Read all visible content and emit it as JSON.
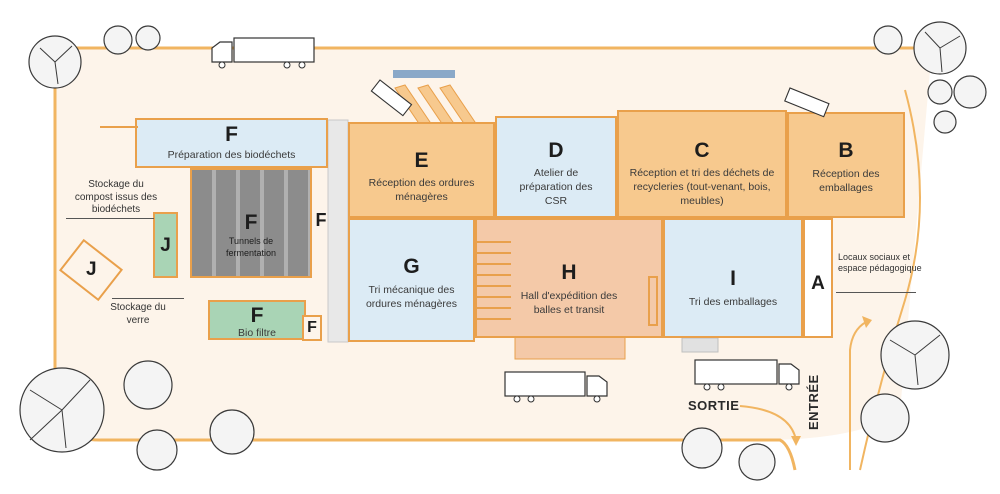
{
  "zones": {
    "F1": {
      "letter": "F",
      "label": "Préparation des biodéchets"
    },
    "F2": {
      "letter": "F",
      "label": "Tunnels de fermentation"
    },
    "F3": {
      "letter": "F"
    },
    "F4": {
      "letter": "F",
      "label": "Bio filtre"
    },
    "F5": {
      "letter": "F"
    },
    "E": {
      "letter": "E",
      "label": "Réception des ordures ménagères"
    },
    "D": {
      "letter": "D",
      "label": "Atelier de préparation des CSR"
    },
    "C": {
      "letter": "C",
      "label": "Réception et tri des déchets de recycleries (tout-venant, bois, meubles)"
    },
    "B": {
      "letter": "B",
      "label": "Réception des emballages"
    },
    "G": {
      "letter": "G",
      "label": "Tri mécanique des ordures ménagères"
    },
    "H": {
      "letter": "H",
      "label": "Hall d'expédition des balles et transit"
    },
    "I": {
      "letter": "I",
      "label": "Tri des emballages"
    },
    "A": {
      "letter": "A"
    },
    "J1": {
      "letter": "J"
    },
    "J2": {
      "letter": "J"
    }
  },
  "labels": {
    "compost": "Stockage du compost issus des biodéchets",
    "verre": "Stockage du verre",
    "locaux": "Locaux sociaux et espace pédagogique",
    "sortie": "SORTIE",
    "entree": "ENTRÉE"
  },
  "colors": {
    "orange": "#f7c98e",
    "orange_border": "#e9a04b",
    "blue": "#dcebf5",
    "salmon": "#f4c9a8",
    "green": "#a9d4b5",
    "grey": "#9a9a9a",
    "site": "#fdf4ea",
    "road": "#f1b561"
  },
  "icons": [
    "truck-icon",
    "tree-icon",
    "arrow-icon"
  ]
}
